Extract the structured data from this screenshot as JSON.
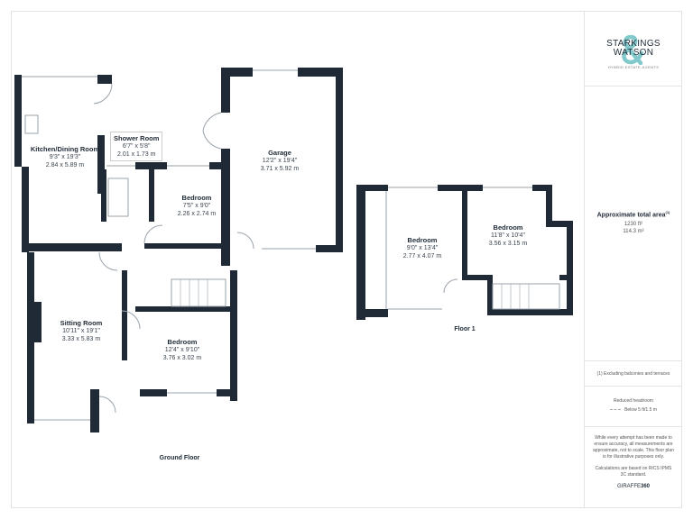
{
  "colors": {
    "wall": "#1f2a36",
    "brand": "#6cbfc3",
    "text": "#3b4550"
  },
  "brand": {
    "name_line1": "STARKINGS",
    "name_line2": "WATSON",
    "tagline": "HYBRID ESTATE AGENTS"
  },
  "area": {
    "title": "Approximate total area",
    "footnote_mark": "(1)",
    "ft": "1230 ft²",
    "m": "114.3 m²"
  },
  "footnote": "(1) Excluding balconies and terraces",
  "legend": {
    "title": "Reduced headroom",
    "item": "Below 5 ft/1.5 m"
  },
  "disclaimer": "While every attempt has been made to ensure accuracy, all measurements are approximate, not to scale. This floor plan is for illustrative purposes only.",
  "calc_note": "Calculations are based on RICS IPMS 3C standard.",
  "credit": {
    "part1": "GIRAFFE",
    "part2": "360"
  },
  "floors": {
    "ground": "Ground Floor",
    "first": "Floor 1"
  },
  "rooms": [
    {
      "name": "Kitchen/Dining Room",
      "imperial": "9'3\" x 19'3\"",
      "metric": "2.84 x 5.89 m"
    },
    {
      "name": "Shower Room",
      "imperial": "6'7\" x 5'8\"",
      "metric": "2.01 x 1.73 m"
    },
    {
      "name": "Bedroom",
      "imperial": "7'5\" x 9'0\"",
      "metric": "2.26 x 2.74 m"
    },
    {
      "name": "Garage",
      "imperial": "12'2\" x 19'4\"",
      "metric": "3.71 x 5.92 m"
    },
    {
      "name": "Sitting Room",
      "imperial": "10'11\" x 19'1\"",
      "metric": "3.33 x 5.83 m"
    },
    {
      "name": "Bedroom",
      "imperial": "12'4\" x 9'10\"",
      "metric": "3.76 x 3.02 m"
    },
    {
      "name": "Bedroom",
      "imperial": "9'0\" x 13'4\"",
      "metric": "2.77 x 4.07 m"
    },
    {
      "name": "Bedroom",
      "imperial": "11'8\" x 10'4\"",
      "metric": "3.56 x 3.15 m"
    }
  ]
}
